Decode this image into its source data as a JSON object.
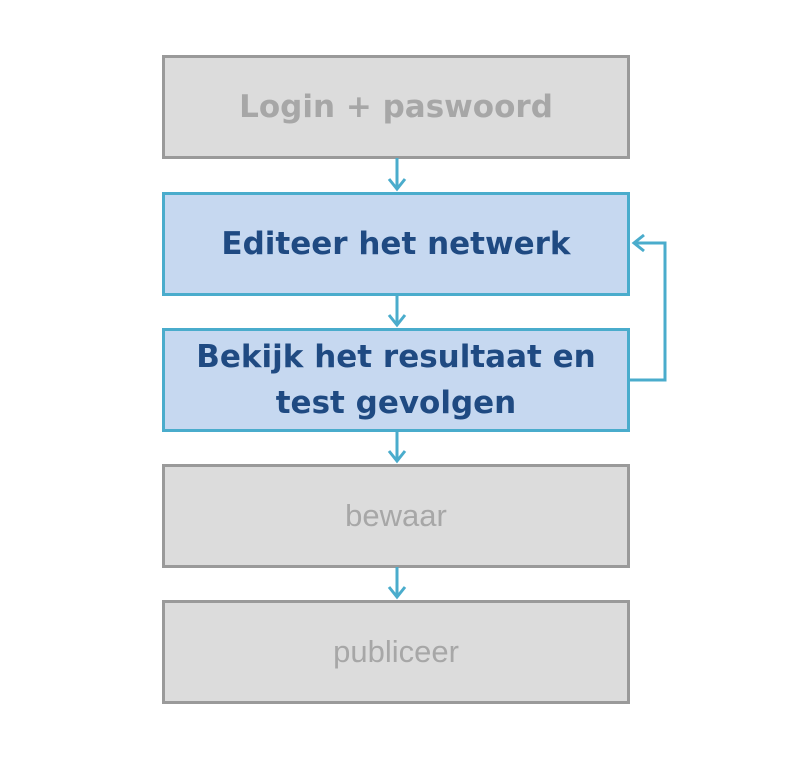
{
  "diagram": {
    "steps": [
      {
        "id": "login",
        "label": "Login + paswoord",
        "state": "inactive"
      },
      {
        "id": "edit",
        "label": "Editeer het netwerk",
        "state": "active"
      },
      {
        "id": "review",
        "label": "Bekijk het resultaat en test gevolgen",
        "state": "active"
      },
      {
        "id": "save",
        "label": "bewaar",
        "state": "inactive"
      },
      {
        "id": "publish",
        "label": "publiceer",
        "state": "inactive"
      }
    ],
    "colors": {
      "inactive_fill": "#dcdcdc",
      "inactive_border": "#9a9a9a",
      "inactive_text": "#a7a7a7",
      "active_fill": "#c6d8f0",
      "active_border": "#4aaccc",
      "active_text": "#1f4a82",
      "connector": "#4aaccc"
    }
  }
}
